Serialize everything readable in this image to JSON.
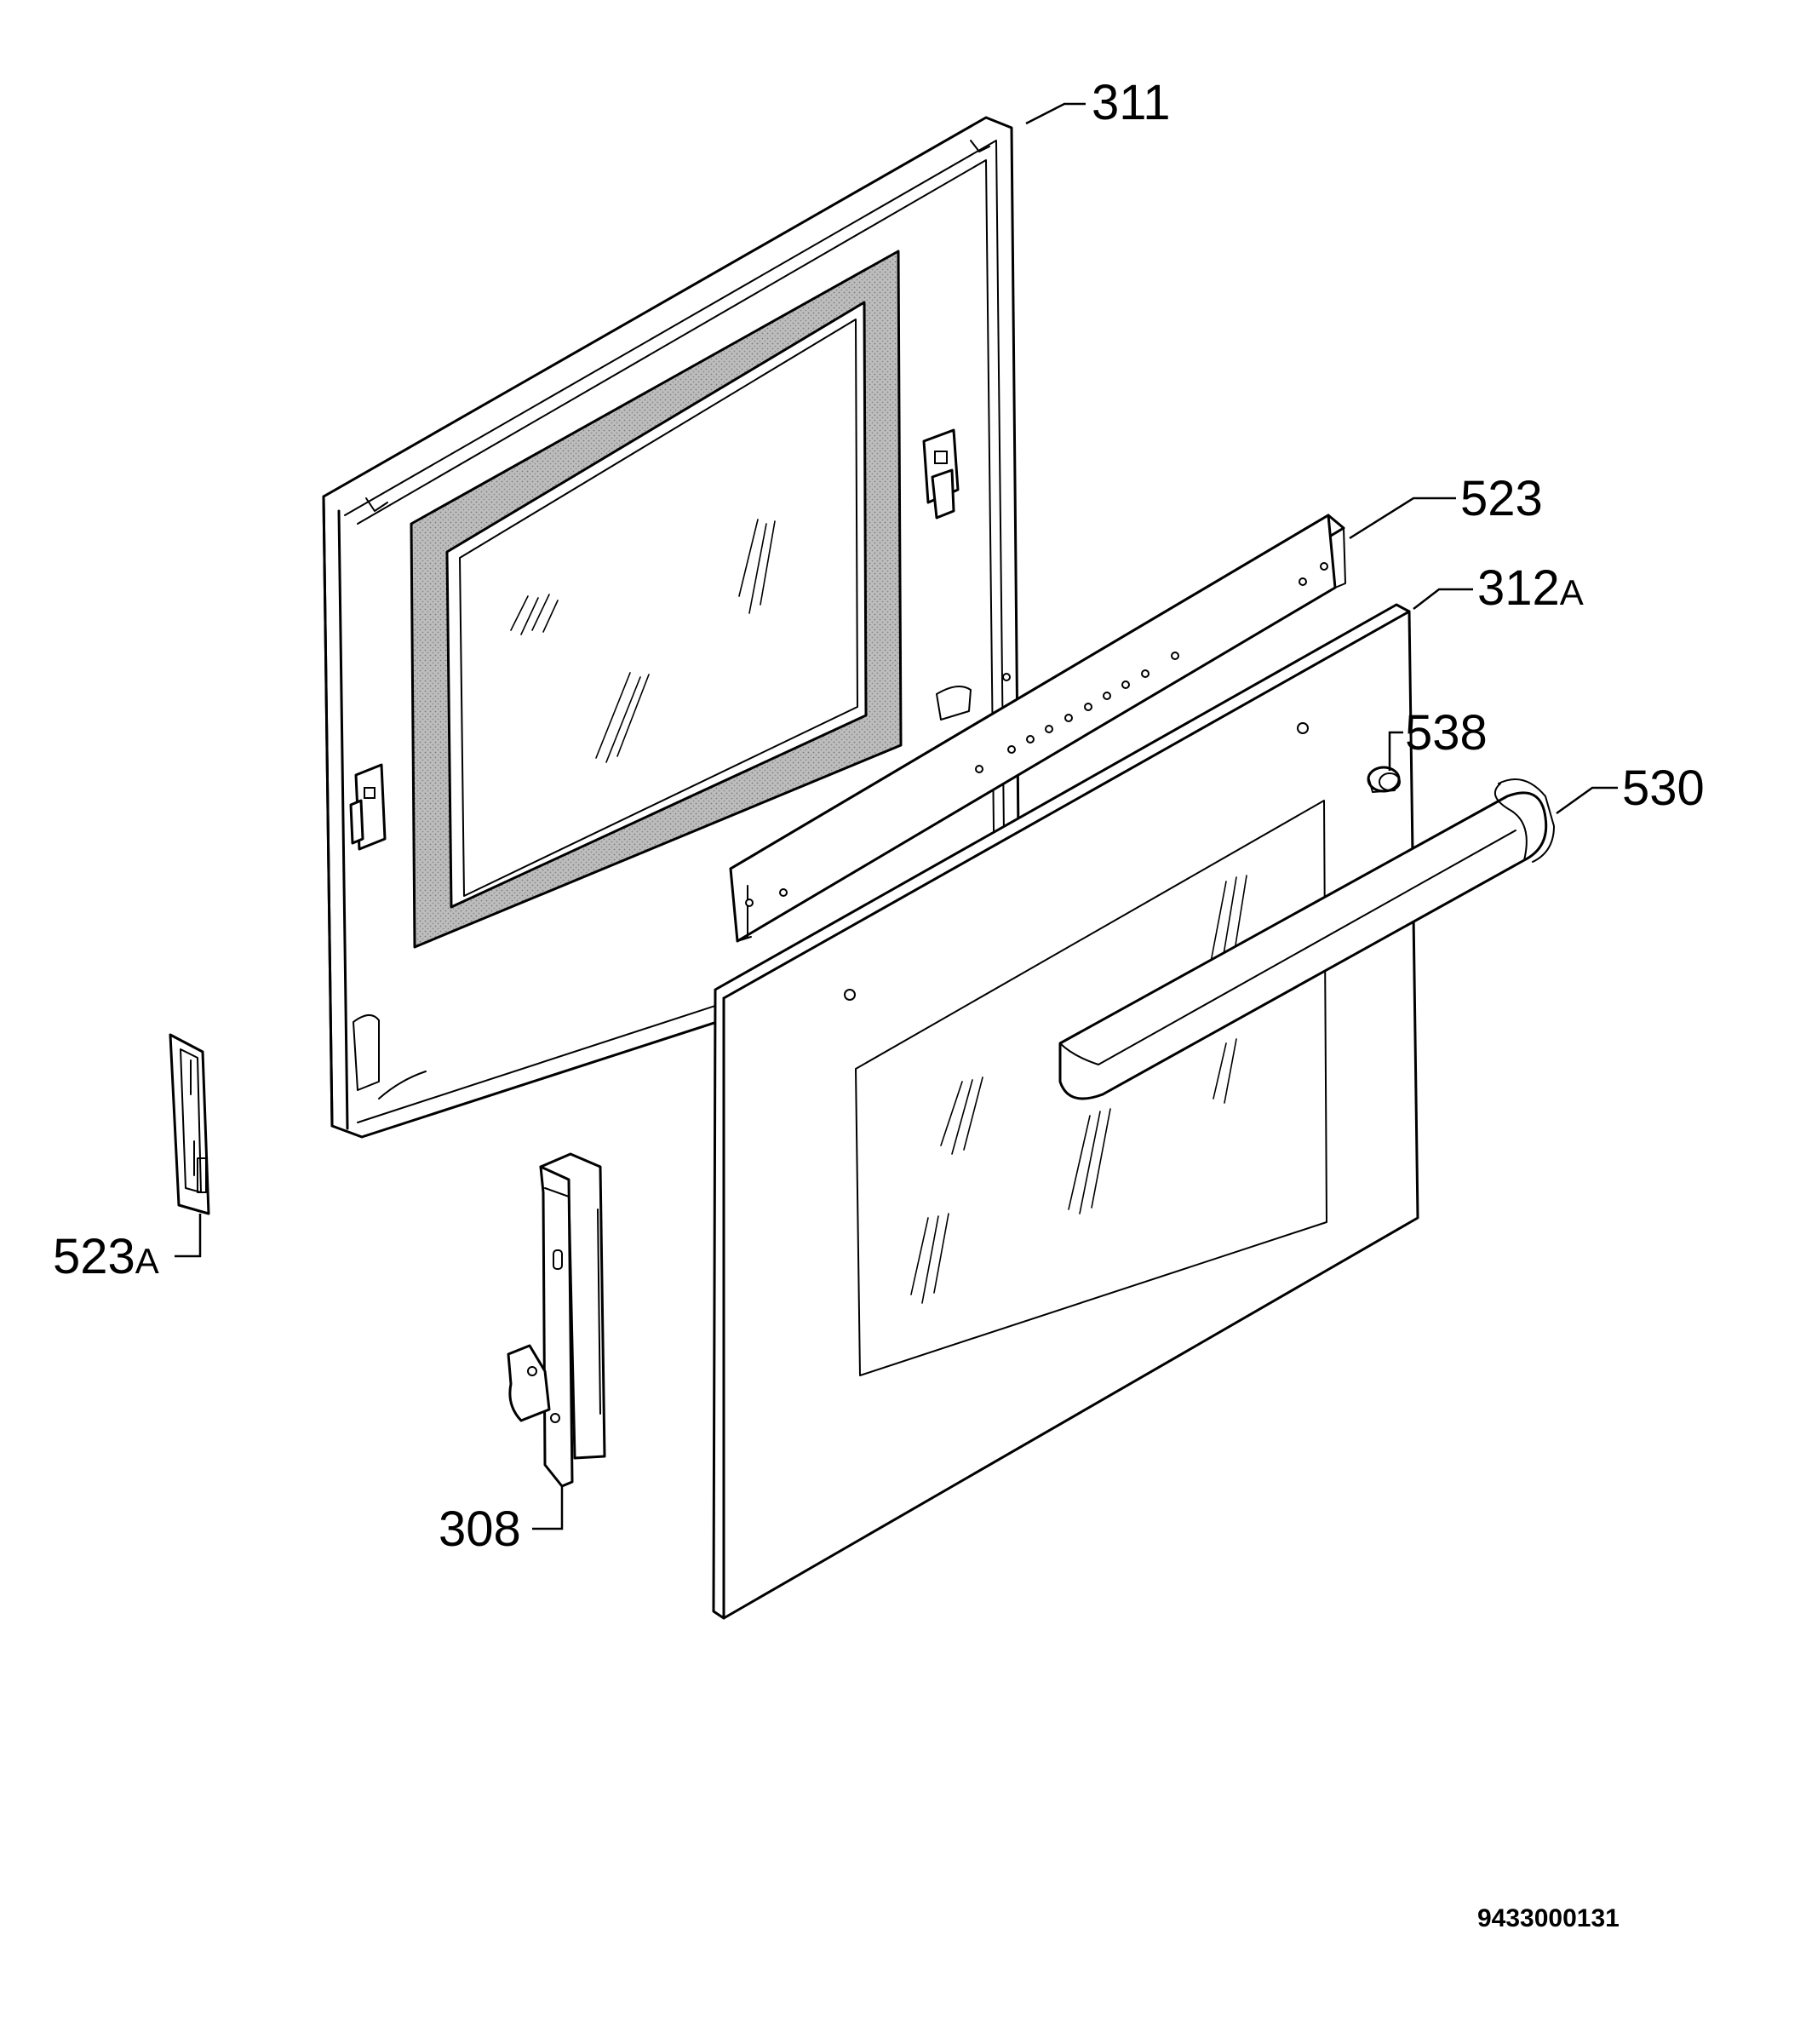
{
  "labels": {
    "p311": "311",
    "p523": "523",
    "p312": "312",
    "p312_suffix": "A",
    "p538": "538",
    "p530": "530",
    "p523a": "523",
    "p523a_suffix": "A",
    "p308": "308"
  },
  "document_number": "9433000131"
}
